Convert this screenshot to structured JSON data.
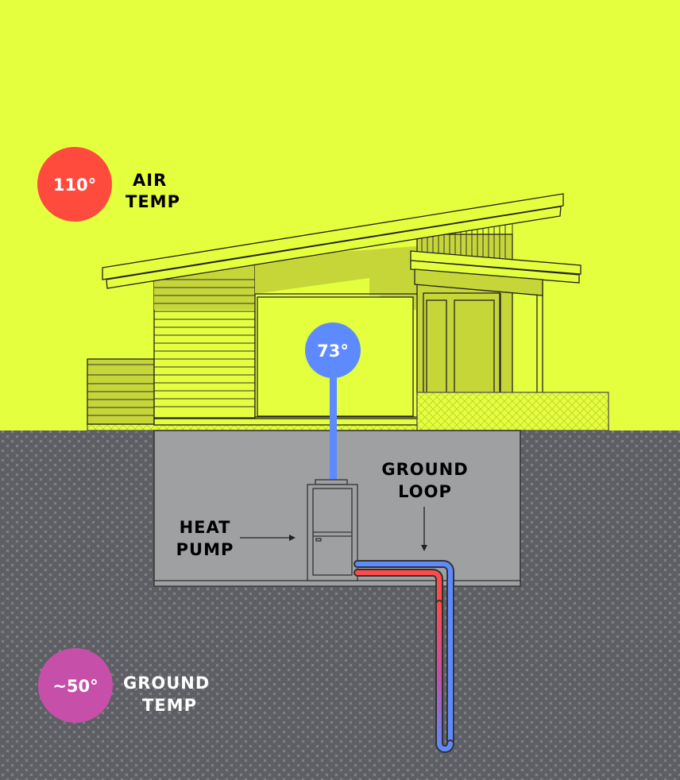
{
  "colors": {
    "sky": "#e4ff3e",
    "ground": "#5d5f64",
    "basement": "#9fa0a2",
    "air_temp": "#ff4b3e",
    "indoor_temp": "#5d8bff",
    "ground_temp": "#c64faa",
    "supply_pipe": "#5d8bff",
    "return_pipe": "#ff4b4b"
  },
  "air_temp": {
    "value": "110°",
    "label_line1": "AIR",
    "label_line2": "TEMP"
  },
  "indoor_temp": {
    "value": "73°"
  },
  "ground_temp": {
    "value": "~50°",
    "label_line1": "GROUND",
    "label_line2": "TEMP"
  },
  "heat_pump": {
    "label_line1": "HEAT",
    "label_line2": "PUMP"
  },
  "ground_loop": {
    "label_line1": "GROUND",
    "label_line2": "LOOP"
  }
}
